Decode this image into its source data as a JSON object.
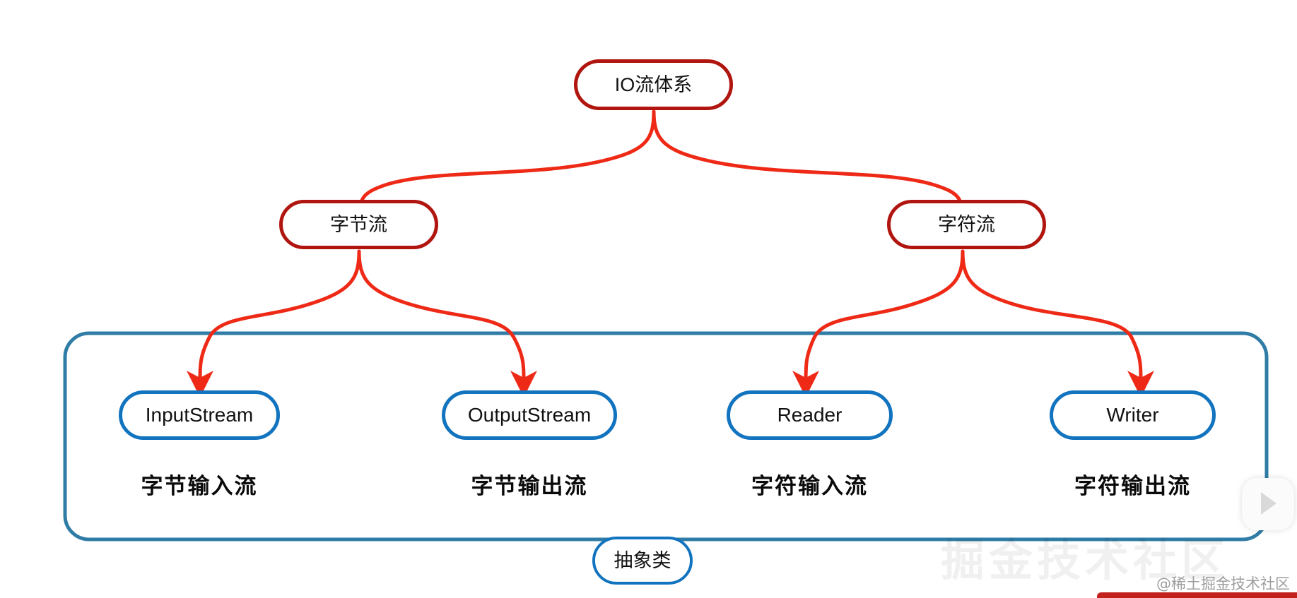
{
  "diagram": {
    "title_node": {
      "label": "IO流体系"
    },
    "branches": [
      {
        "label": "字节流"
      },
      {
        "label": "字符流"
      }
    ],
    "abstract_group": {
      "note_label": "抽象类",
      "members": [
        {
          "label": "InputStream",
          "sublabel": "字节输入流"
        },
        {
          "label": "OutputStream",
          "sublabel": "字节输出流"
        },
        {
          "label": "Reader",
          "sublabel": "字符输入流"
        },
        {
          "label": "Writer",
          "sublabel": "字符输出流"
        }
      ]
    },
    "colors": {
      "root_border": "#b0150f",
      "branch_border": "#b0150f",
      "connector": "#ee2a17",
      "leaf_border": "#1273bf",
      "group_border": "#2f7ca6",
      "text": "#0a0a0a",
      "watermark": "#8d8d8d",
      "red_band": "#c3211b"
    }
  },
  "watermark": {
    "handle": "@稀土掘金技术社区",
    "ghost": "掘金技术社区",
    "logo_icon": "play-logo-icon"
  }
}
